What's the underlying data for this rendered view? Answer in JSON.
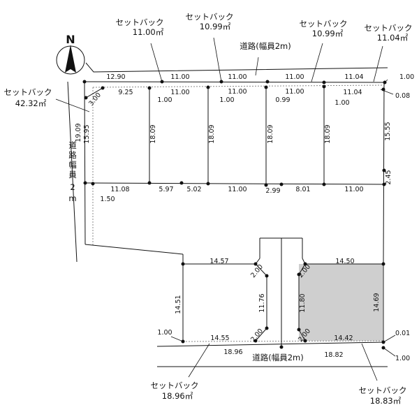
{
  "north": "N",
  "road_top": "道路(幅員2m)",
  "road_bottom": "道路(幅員2m)",
  "road_left": [
    "道",
    "路",
    "幅",
    "員",
    "2",
    "m"
  ],
  "setbacks": {
    "sb1": [
      "セットバック",
      "11.00㎡"
    ],
    "sb2": [
      "セットバック",
      "10.99㎡"
    ],
    "sb3": [
      "セットバック",
      "10.99㎡"
    ],
    "sb4": [
      "セットバック",
      "11.04㎡"
    ],
    "sb_left": [
      "セットバック",
      "42.32㎡"
    ],
    "sb_bl": [
      "セットバック",
      "18.96㎡"
    ],
    "sb_br": [
      "セットバック",
      "18.83㎡"
    ]
  },
  "dims": {
    "top_road": [
      "12.90",
      "11.00",
      "11.00",
      "11.00",
      "11.04"
    ],
    "r100_top": "1.00",
    "top_lot": [
      "9.25",
      "11.00",
      "11.00",
      "11.00",
      "11.04"
    ],
    "corner_300": "3.00",
    "setback_depth": [
      "1.00",
      "1.00",
      "0.99",
      "1.00"
    ],
    "r008": "0.08",
    "left_v": [
      "19.09",
      "15.95"
    ],
    "lot_depth": [
      "18.09",
      "18.09",
      "18.09",
      "18.09"
    ],
    "right_v": "15.55",
    "right_245": "2.45",
    "mid_row": [
      "11.08",
      "5.97",
      "5.02",
      "11.00",
      "2.99",
      "8.01",
      "11.00"
    ],
    "left_150": "1.50",
    "bl_top": "14.57",
    "bl_left": "14.51",
    "bl_bottom": "14.55",
    "br_top": "14.50",
    "br_right": "14.69",
    "br_bottom": "14.42",
    "flag_200": [
      "2.00",
      "2.00",
      "2.00",
      "2.00"
    ],
    "flag_len": [
      "11.76",
      "11.80"
    ],
    "bl_100": "1.00",
    "br_001": "0.01",
    "bottom_road": [
      "18.96",
      "18.82"
    ],
    "br_100": "1.00"
  }
}
